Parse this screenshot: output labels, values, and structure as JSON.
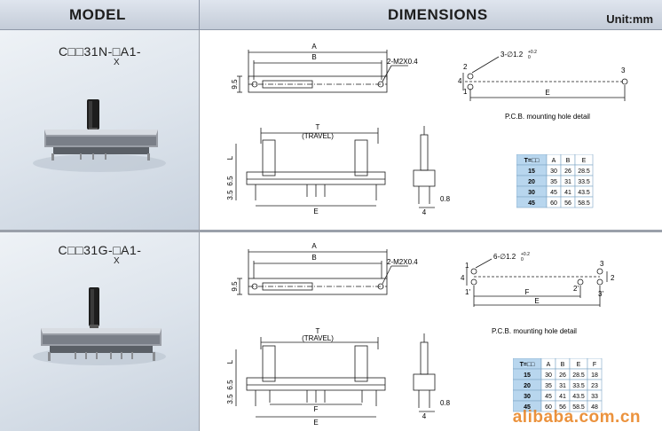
{
  "header": {
    "model_label": "MODEL",
    "dimensions_label": "DIMENSIONS",
    "unit_label": "Unit:mm"
  },
  "products": [
    {
      "model": "C□□31N-□A1-",
      "subscript": "X",
      "drawing": {
        "dim_a": "A",
        "dim_b": "B",
        "thread": "2-M2X0.4",
        "height": "9.5",
        "travel_t": "T",
        "travel_label": "(TRAVEL)",
        "dim_l": "L",
        "dim_e": "E",
        "side_35": "3.5",
        "side_65": "6.5",
        "dim_4": "4",
        "dim_08": "0.8",
        "pcb_holes": "3-∅1.2",
        "pcb_tol": "+0.2",
        "pcb_tol0": "0",
        "pcb_n1": "1",
        "pcb_n2": "2",
        "pcb_n3": "3",
        "pcb_4": "4",
        "pcb_e": "E",
        "pcb_caption": "P.C.B.  mounting hole detail"
      },
      "table": {
        "headers": [
          "T=□□",
          "A",
          "B",
          "E"
        ],
        "rows": [
          [
            "15",
            "30",
            "26",
            "28.5"
          ],
          [
            "20",
            "35",
            "31",
            "33.5"
          ],
          [
            "30",
            "45",
            "41",
            "43.5"
          ],
          [
            "45",
            "60",
            "56",
            "58.5"
          ]
        ]
      }
    },
    {
      "model": "C□□31G-□A1-",
      "subscript": "X",
      "drawing": {
        "dim_a": "A",
        "dim_b": "B",
        "thread": "2-M2X0.4",
        "height": "9.5",
        "travel_t": "T",
        "travel_label": "(TRAVEL)",
        "dim_l": "L",
        "dim_e": "E",
        "dim_f": "F",
        "side_35": "3.5",
        "side_65": "6.5",
        "dim_4": "4",
        "dim_08": "0.8",
        "pcb_holes": "6-∅1.2",
        "pcb_tol": "+0.2",
        "pcb_tol0": "0",
        "pcb_n1": "1",
        "pcb_n1p": "1'",
        "pcb_n2p": "2'",
        "pcb_n3": "3",
        "pcb_n3p": "3'",
        "pcb_4": "4",
        "pcb_2": "2",
        "pcb_f": "F",
        "pcb_e": "E",
        "pcb_caption": "P.C.B.  mounting hole detail"
      },
      "table": {
        "headers": [
          "T=□□",
          "A",
          "B",
          "E",
          "F"
        ],
        "rows": [
          [
            "15",
            "30",
            "26",
            "28.5",
            "18"
          ],
          [
            "20",
            "35",
            "31",
            "33.5",
            "23"
          ],
          [
            "30",
            "45",
            "41",
            "43.5",
            "33"
          ],
          [
            "45",
            "60",
            "56",
            "58.5",
            "48"
          ]
        ]
      }
    }
  ],
  "watermark": "alibaba.com.cn"
}
